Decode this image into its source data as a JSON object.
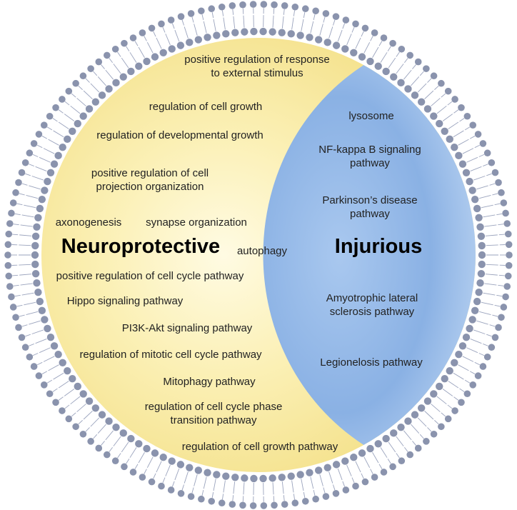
{
  "colors": {
    "neuroprotective_fill": "#f6e79a",
    "injurious_fill": "#8fb6e6",
    "membrane_bead": "#8a93ad",
    "membrane_tail": "#9aa3bd"
  },
  "neuroprotective": {
    "title": "Neuroprotective",
    "terms": [
      "positive regulation of response\nto external stimulus",
      "regulation of cell growth",
      "regulation of developmental growth",
      "positive regulation of cell\nprojection organization",
      "axonogenesis",
      "synapse organization",
      "positive regulation of cell cycle pathway",
      "Hippo signaling pathway",
      "PI3K-Akt signaling pathway",
      "regulation of mitotic cell cycle pathway",
      "Mitophagy pathway",
      "regulation of cell cycle phase\ntransition pathway",
      "regulation of cell growth pathway"
    ]
  },
  "shared": {
    "term": "autophagy"
  },
  "injurious": {
    "title": "Injurious",
    "terms": [
      "lysosome",
      "NF-kappa B signaling\npathway",
      "Parkinson’s disease\npathway",
      "Amyotrophic lateral\nsclerosis pathway",
      "Legionelosis pathway"
    ]
  }
}
